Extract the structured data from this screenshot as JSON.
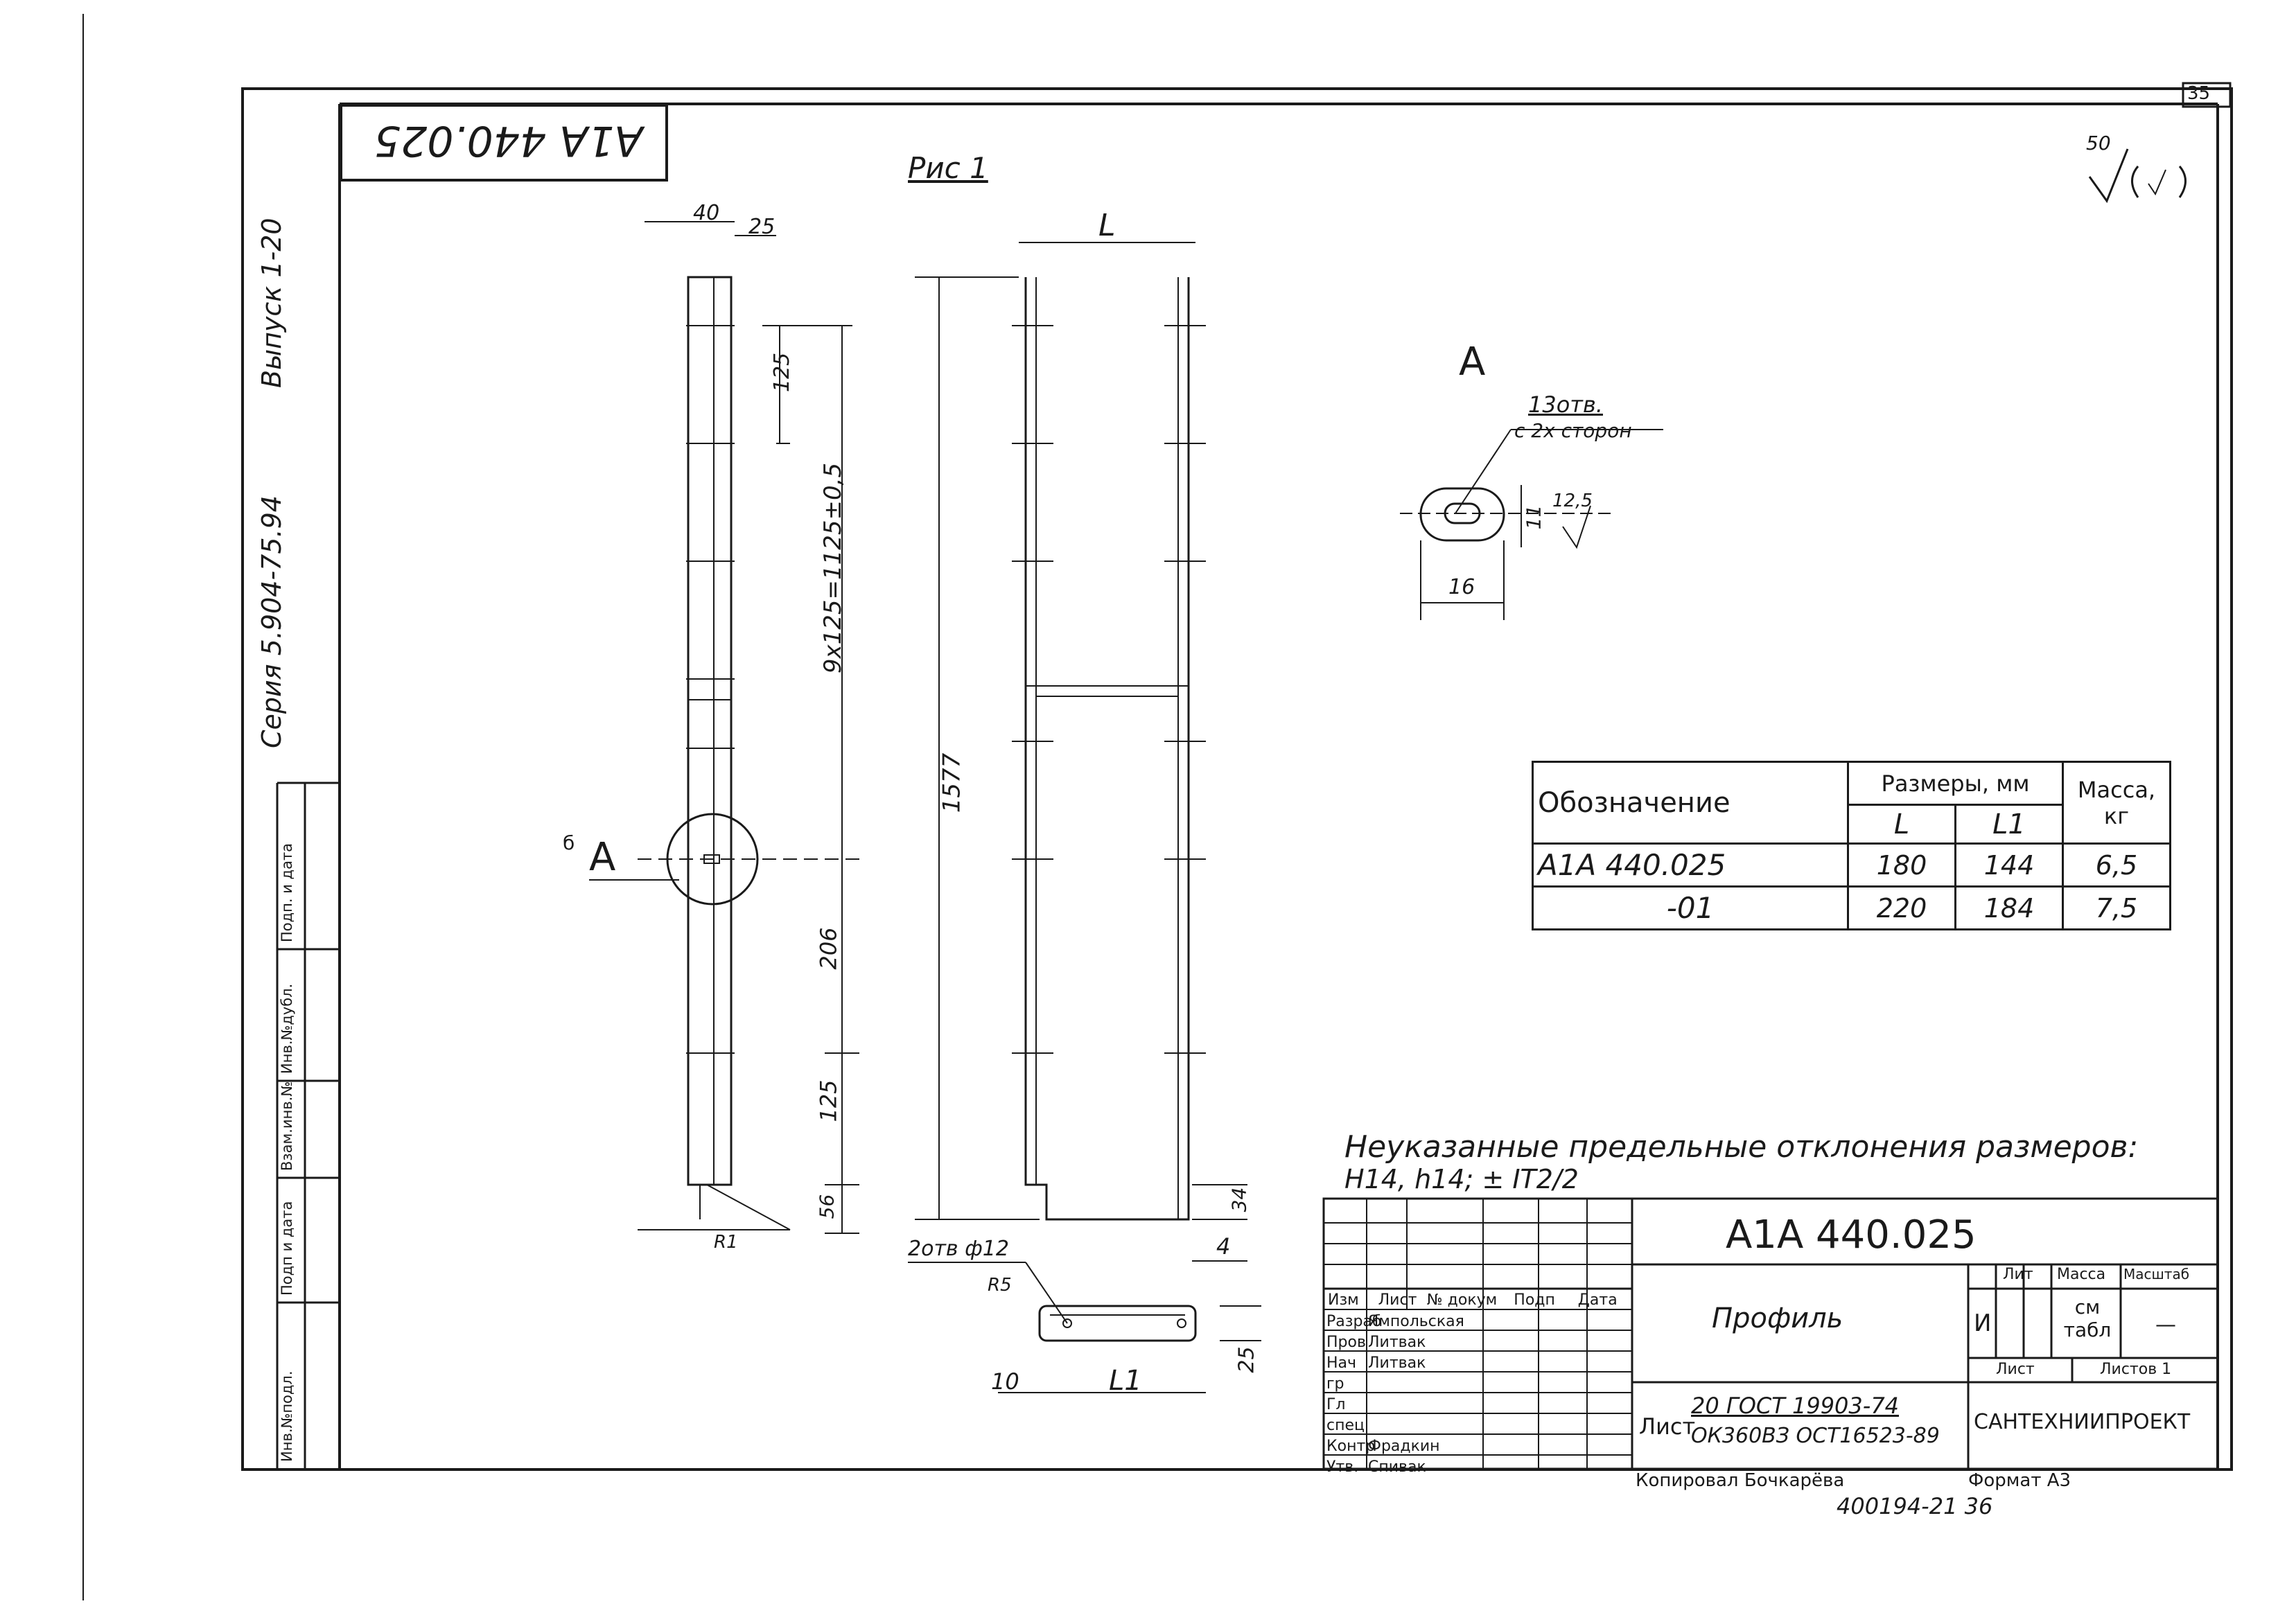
{
  "sheet_number": "35",
  "drawing_code_rotated": "А1А 440.025",
  "figure_title": "Рис 1",
  "roughness": "50/(✓)",
  "series": "Серия 5.904-75.94",
  "issue": "Выпуск 1-20",
  "left_strip": [
    "Инв.№подл.",
    "Подп и дата",
    "Взам.инв.№",
    "Инв.№дубл.",
    "Подп. и дата"
  ],
  "detail": {
    "label": "А",
    "holes_note_1": "13отв.",
    "holes_note_2": "с 2х сторон",
    "dim_16": "16",
    "dim_11": "11",
    "roughness": "12,5"
  },
  "side_view": {
    "dim_40": "40",
    "dim_25": "25",
    "dim_125a": "125",
    "dim_main": "9х125=1125±0,5",
    "dim_206": "206",
    "dim_125b": "125",
    "dim_56": "56",
    "callout_A": "А",
    "mark_b": "б",
    "radius": "R1"
  },
  "front_view": {
    "dim_L": "L",
    "dim_1577": "1577",
    "dim_34": "34",
    "dim_4": "4"
  },
  "bottom_view": {
    "holes": "2отв ф12",
    "radius": "R5",
    "dim_10": "10",
    "dim_L1": "L1",
    "dim_25": "25"
  },
  "spec_table": {
    "col_designation": "Обозначение",
    "col_sizes": "Размеры, мм",
    "col_mass": "Масса, кг",
    "sub_L": "L",
    "sub_L1": "L1",
    "rows": [
      {
        "designation": "А1А 440.025",
        "L": "180",
        "L1": "144",
        "mass": "6,5"
      },
      {
        "designation": "-01",
        "L": "220",
        "L1": "184",
        "mass": "7,5"
      }
    ]
  },
  "note_line_1": "Неуказанные предельные отклонения размеров:",
  "note_line_2": "H14, h14; ± IT2/2",
  "title_block": {
    "code": "А1А 440.025",
    "name": "Профиль",
    "headers": [
      "Изм",
      "Лист",
      "№ докум",
      "Подп",
      "Дата"
    ],
    "roles": [
      "Разраб",
      "Пров",
      "Нач гр",
      "Гл спец",
      "Контр",
      "Утв."
    ],
    "names": [
      "Ямпольская",
      "Литвак",
      "Литвак",
      "",
      "Фрадкин",
      "Спивак"
    ],
    "lit_label": "Лит",
    "mass_label": "Масса",
    "scale_label": "Масштаб",
    "lit_value": "И",
    "mass_value": "см табл",
    "scale_value": "—",
    "sheet_label": "Лист",
    "sheets_label": "Листов 1",
    "material_prefix": "Лист",
    "material_top": "20 ГОСТ 19903-74",
    "material_bottom": "ОК360ВЗ ОСТ16523-89",
    "org": "САНТЕХНИИПРОЕКТ"
  },
  "copied": "Копировал Бочкарёва",
  "format": "Формат А3",
  "archive_no": "400194-21 36"
}
